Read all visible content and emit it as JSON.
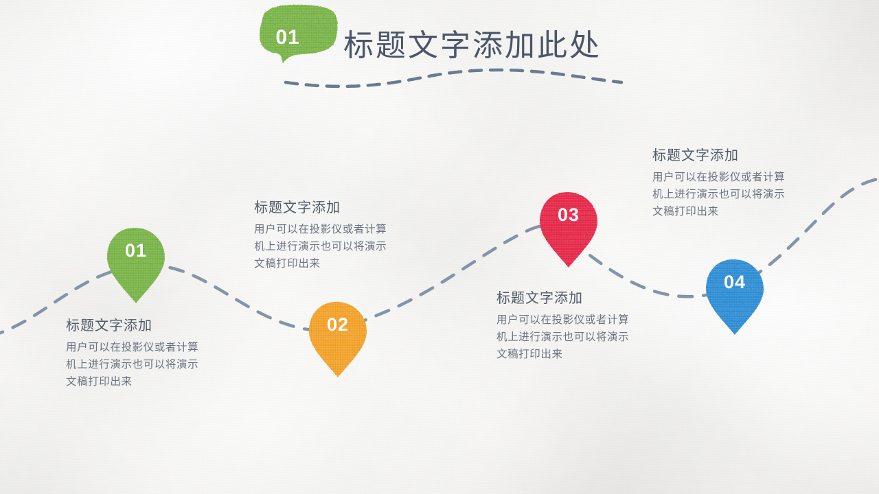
{
  "header": {
    "badge_number": "01",
    "badge_color": "#7ab648",
    "title": "标题文字添加此处",
    "title_color": "#4a5568"
  },
  "theme": {
    "path_color": "#8494a8",
    "body_text_color": "#6b7280",
    "heading_text_color": "#4f5a66",
    "background": "#f4f3f1"
  },
  "items": [
    {
      "number": "01",
      "color": "#7ab648",
      "heading": "标题文字添加",
      "body": "用户可以在投影仪或者计算机上进行演示也可以将演示文稿打印出来",
      "body_lines": [
        "用户可以在投影仪或者计算",
        "机上进行演示也可以将演示",
        "文稿打印出来"
      ]
    },
    {
      "number": "02",
      "color": "#f5a32a",
      "heading": "标题文字添加",
      "body": "用户可以在投影仪或者计算机上进行演示也可以将演示文稿打印出来",
      "body_lines": [
        "用户可以在投影仪或者计算",
        "机上进行演示也可以将演示",
        "文稿打印出来"
      ]
    },
    {
      "number": "03",
      "color": "#e8294a",
      "heading": "标题文字添加",
      "body": "用户可以在投影仪或者计算机上进行演示也可以将演示文稿打印出来",
      "body_lines": [
        "用户可以在投影仪或者计算",
        "机上进行演示也可以将演示",
        "文稿打印出来"
      ]
    },
    {
      "number": "04",
      "color": "#2f8fd6",
      "heading": "标题文字添加",
      "body": "用户可以在投影仪或者计算机上进行演示也可以将演示文稿打印出来",
      "body_lines": [
        "用户可以在投影仪或者计算",
        "机上进行演示也可以将演示",
        "文稿打印出来"
      ]
    }
  ]
}
